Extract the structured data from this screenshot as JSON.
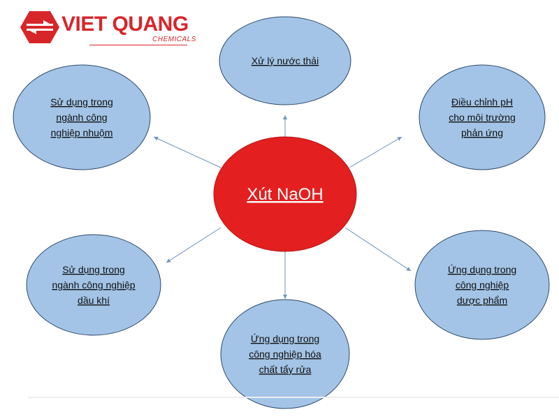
{
  "logo": {
    "name": "VIET QUANG",
    "sub": "CHEMICALS",
    "color": "#d7262a"
  },
  "center": {
    "label": "Xút NaOH",
    "fill": "#e3201f"
  },
  "nodes": [
    {
      "id": "top",
      "lines": [
        "Xử lý nước thải"
      ]
    },
    {
      "id": "upper-left",
      "lines": [
        "Sử dụng trong",
        "ngành công",
        "nghiệp nhuộm"
      ]
    },
    {
      "id": "upper-right",
      "lines": [
        "Điều chỉnh pH",
        "cho môi trường",
        "phản ứng"
      ]
    },
    {
      "id": "lower-left",
      "lines": [
        "Sử dụng trong",
        "ngành công nghiệp",
        "dầu khí"
      ]
    },
    {
      "id": "lower-right",
      "lines": [
        "Ứng dụng trong",
        "công nghiệp",
        "dược phẩm"
      ]
    },
    {
      "id": "bottom",
      "lines": [
        "Ứng dụng trong",
        "công nghiệp hóa",
        "chất tẩy rửa"
      ]
    }
  ],
  "colors": {
    "node_fill": "#a3c4e6",
    "node_stroke": "#2f4a6b",
    "arrow": "#6f93bd"
  }
}
